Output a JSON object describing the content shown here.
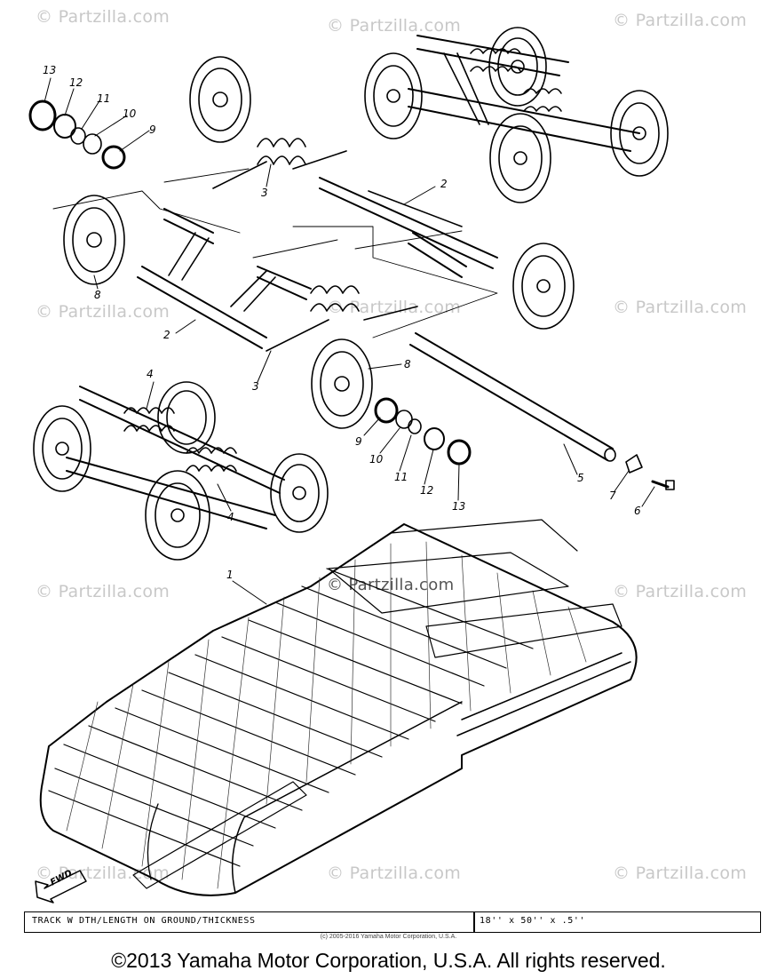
{
  "watermark": "© Partzilla.com",
  "callouts": {
    "c1": "1",
    "c2a": "2",
    "c2b": "2",
    "c3a": "3",
    "c3b": "3",
    "c4a": "4",
    "c4b": "4",
    "c5": "5",
    "c6": "6",
    "c7": "7",
    "c8a": "8",
    "c8b": "8",
    "c9a": "9",
    "c9b": "9",
    "c10a": "10",
    "c10b": "10",
    "c11a": "11",
    "c11b": "11",
    "c12a": "12",
    "c12b": "12",
    "c13a": "13",
    "c13b": "13"
  },
  "fwd_label": "FWD",
  "spec": {
    "label": "TRACK W DTH/LENGTH ON GROUND/THICKNESS",
    "value": "18'' x 50'' x .5''"
  },
  "small_copyright": "(c) 2005-2016 Yamaha Motor Corporation, U.S.A.",
  "copyright": "©2013 Yamaha Motor Corporation, U.S.A. All rights reserved."
}
